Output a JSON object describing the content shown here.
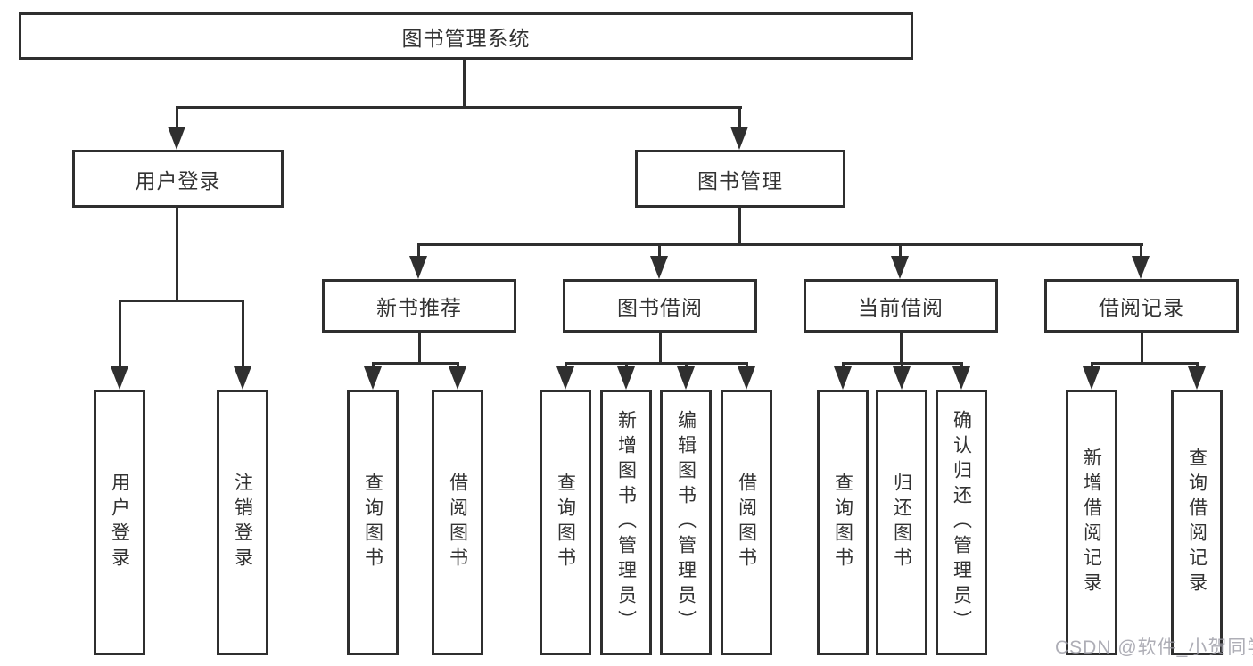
{
  "tree": {
    "root": {
      "label": "图书管理系统"
    },
    "branches": [
      {
        "label": "用户登录",
        "children": [
          {
            "label": "用户登录"
          },
          {
            "label": "注销登录"
          }
        ]
      },
      {
        "label": "图书管理",
        "children": [
          {
            "label": "新书推荐",
            "children": [
              {
                "label": "查询图书"
              },
              {
                "label": "借阅图书"
              }
            ]
          },
          {
            "label": "图书借阅",
            "children": [
              {
                "label": "查询图书"
              },
              {
                "label": "新增图书（管理员）"
              },
              {
                "label": "编辑图书（管理员）"
              },
              {
                "label": "借阅图书"
              }
            ]
          },
          {
            "label": "当前借阅",
            "children": [
              {
                "label": "查询图书"
              },
              {
                "label": "归还图书"
              },
              {
                "label": "确认归还（管理员）"
              }
            ]
          },
          {
            "label": "借阅记录",
            "children": [
              {
                "label": "新增借阅记录"
              },
              {
                "label": "查询借阅记录"
              }
            ]
          }
        ]
      }
    ]
  },
  "watermark": "CSDN @软件_小贺同学",
  "colors": {
    "line": "#2f2f2f",
    "text": "#333333",
    "background": "#ffffff",
    "watermark": "#9a9aa4"
  }
}
